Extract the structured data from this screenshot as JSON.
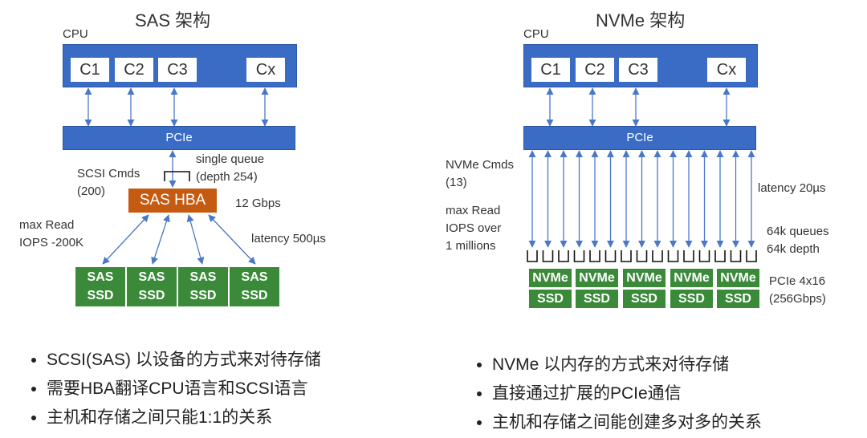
{
  "sas": {
    "title": "SAS 架构",
    "cpu_label": "CPU",
    "cores": [
      "C1",
      "C2",
      "C3",
      "Cx"
    ],
    "pcie": "PCIe",
    "queue_note": [
      "single queue",
      "(depth 254)"
    ],
    "cmds": [
      "SCSI Cmds",
      "(200)"
    ],
    "hba": "SAS HBA",
    "speed": "12 Gbps",
    "iops": [
      "max Read",
      "IOPS -200K"
    ],
    "latency": "latency 500µs",
    "ssd": [
      [
        "SAS",
        "SSD"
      ],
      [
        "SAS",
        "SSD"
      ],
      [
        "SAS",
        "SSD"
      ],
      [
        "SAS",
        "SSD"
      ]
    ],
    "bullets": [
      "SCSI(SAS) 以设备的方式来对待存储",
      "需要HBA翻译CPU语言和SCSI语言",
      "主机和存储之间只能1:1的关系"
    ]
  },
  "nvme": {
    "title": "NVMe 架构",
    "cpu_label": "CPU",
    "cores": [
      "C1",
      "C2",
      "C3",
      "Cx"
    ],
    "pcie": "PCIe",
    "cmds": [
      "NVMe Cmds",
      "(13)"
    ],
    "iops": [
      "max Read",
      "IOPS over",
      "1 millions"
    ],
    "latency": "latency 20µs",
    "queues": [
      "64k queues",
      "64k depth"
    ],
    "pcie_spec": [
      "PCIe 4x16",
      "(256Gbps)"
    ],
    "ssd": [
      [
        "NVMe",
        "SSD"
      ],
      [
        "NVMe",
        "SSD"
      ],
      [
        "NVMe",
        "SSD"
      ],
      [
        "NVMe",
        "SSD"
      ],
      [
        "NVMe",
        "SSD"
      ]
    ],
    "bullets": [
      "NVMe 以内存的方式来对待存储",
      "直接通过扩展的PCIe通信",
      "主机和存储之间能创建多对多的关系"
    ]
  },
  "colors": {
    "blue": "#3a6cc5",
    "orange": "#c55a11",
    "green": "#3a8a3a",
    "arrow": "#4a78c8"
  }
}
